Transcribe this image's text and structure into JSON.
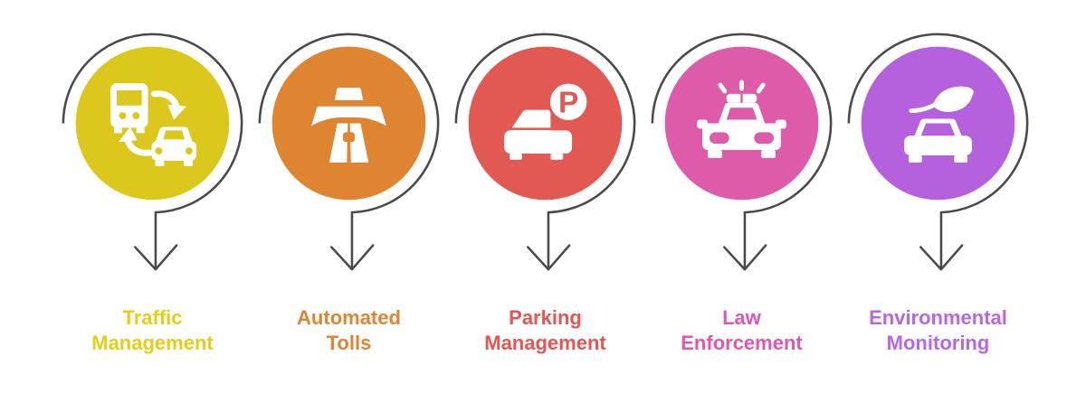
{
  "decoration": {
    "arrow_color": "#4a4a4a",
    "background": "#ffffff",
    "icon_color": "#ffffff"
  },
  "items": [
    {
      "label": "Traffic Management",
      "lines": [
        "Traffic",
        "Management"
      ],
      "color": "#dcc81d",
      "label_color": "#e5ce18",
      "icon": "bus-car-swap-icon"
    },
    {
      "label": "Automated Tolls",
      "lines": [
        "Automated",
        "Tolls"
      ],
      "color": "#df8532",
      "label_color": "#e08433",
      "icon": "toll-gate-icon"
    },
    {
      "label": "Parking Management",
      "lines": [
        "Parking",
        "Management"
      ],
      "color": "#e25853",
      "label_color": "#e65551",
      "icon": "parking-car-icon",
      "badge_letter": "P"
    },
    {
      "label": "Law Enforcement",
      "lines": [
        "Law",
        "Enforcement"
      ],
      "color": "#dd5ba9",
      "label_color": "#e156b3",
      "icon": "police-car-icon"
    },
    {
      "label": "Environmental Monitoring",
      "lines": [
        "Environmental",
        "Monitoring"
      ],
      "color": "#b561de",
      "label_color": "#b866e6",
      "icon": "eco-car-icon"
    }
  ]
}
